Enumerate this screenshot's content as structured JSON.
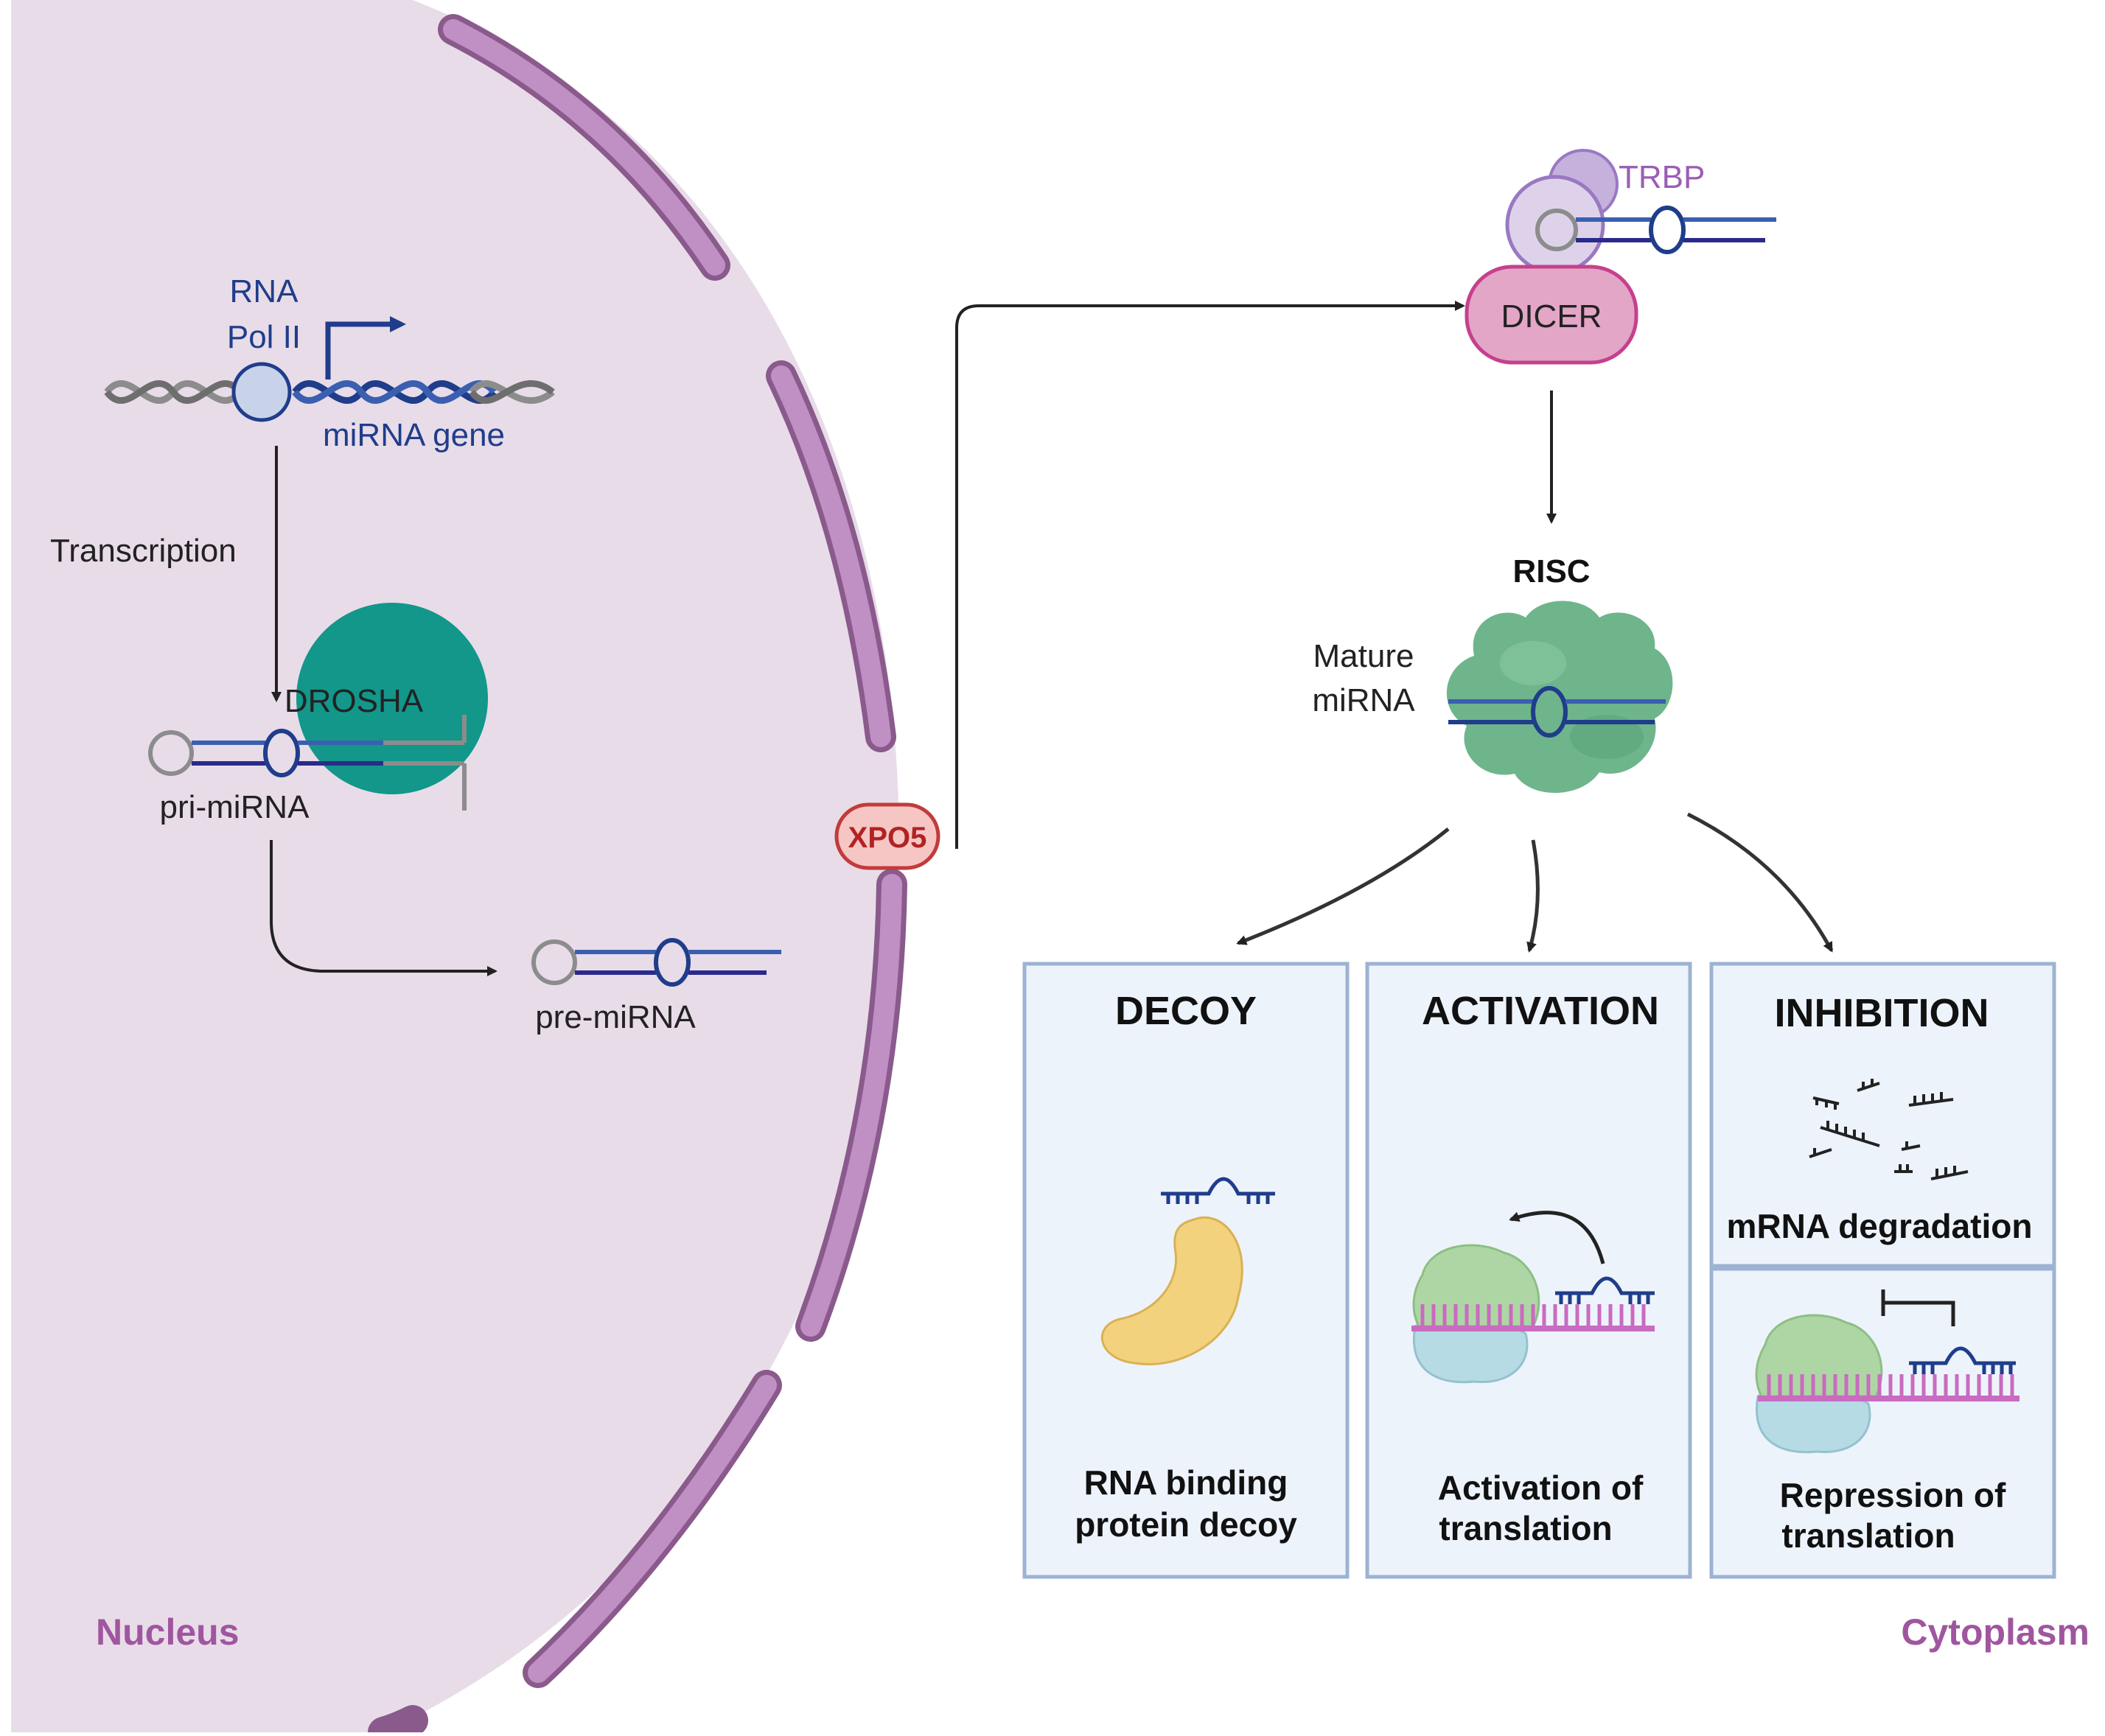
{
  "labels": {
    "rna_pol": "RNA",
    "rna_pol_2": "Pol II",
    "mirna_gene": "miRNA gene",
    "transcription": "Transcription",
    "drosha": "DROSHA",
    "pri_mirna": "pri-miRNA",
    "pre_mirna": "pre-miRNA",
    "xpo5": "XPO5",
    "trbp": "TRBP",
    "dicer": "DICER",
    "risc": "RISC",
    "mature_mirna_1": "Mature",
    "mature_mirna_2": "miRNA",
    "nucleus": "Nucleus",
    "cytoplasm": "Cytoplasm"
  },
  "boxes": {
    "decoy": {
      "title": "DECOY",
      "caption_1": "RNA binding",
      "caption_2": "protein decoy"
    },
    "activation": {
      "title": "ACTIVATION",
      "caption_1": "Activation of",
      "caption_2": "translation"
    },
    "inhibition": {
      "title": "INHIBITION",
      "degradation": "mRNA degradation",
      "caption_1": "Repression of",
      "caption_2": "translation"
    }
  },
  "colors": {
    "nucleus_fill": "#e8dce9",
    "envelope": "#b57db8",
    "envelope_stroke": "#8a5a8c",
    "box_fill": "#edf3fb",
    "box_stroke": "#9db3d3",
    "drosha": "#12978a",
    "dicer": "#e3a6c7",
    "risc": "#6fb58c",
    "mirna_blue": "#1f3d8a",
    "mrna_pink": "#c96bc0",
    "decoy_protein": "#f3d27e",
    "ribosome_green": "#aed6a4",
    "ribosome_blue": "#b7dbe4",
    "region_label": "#a0569f"
  }
}
